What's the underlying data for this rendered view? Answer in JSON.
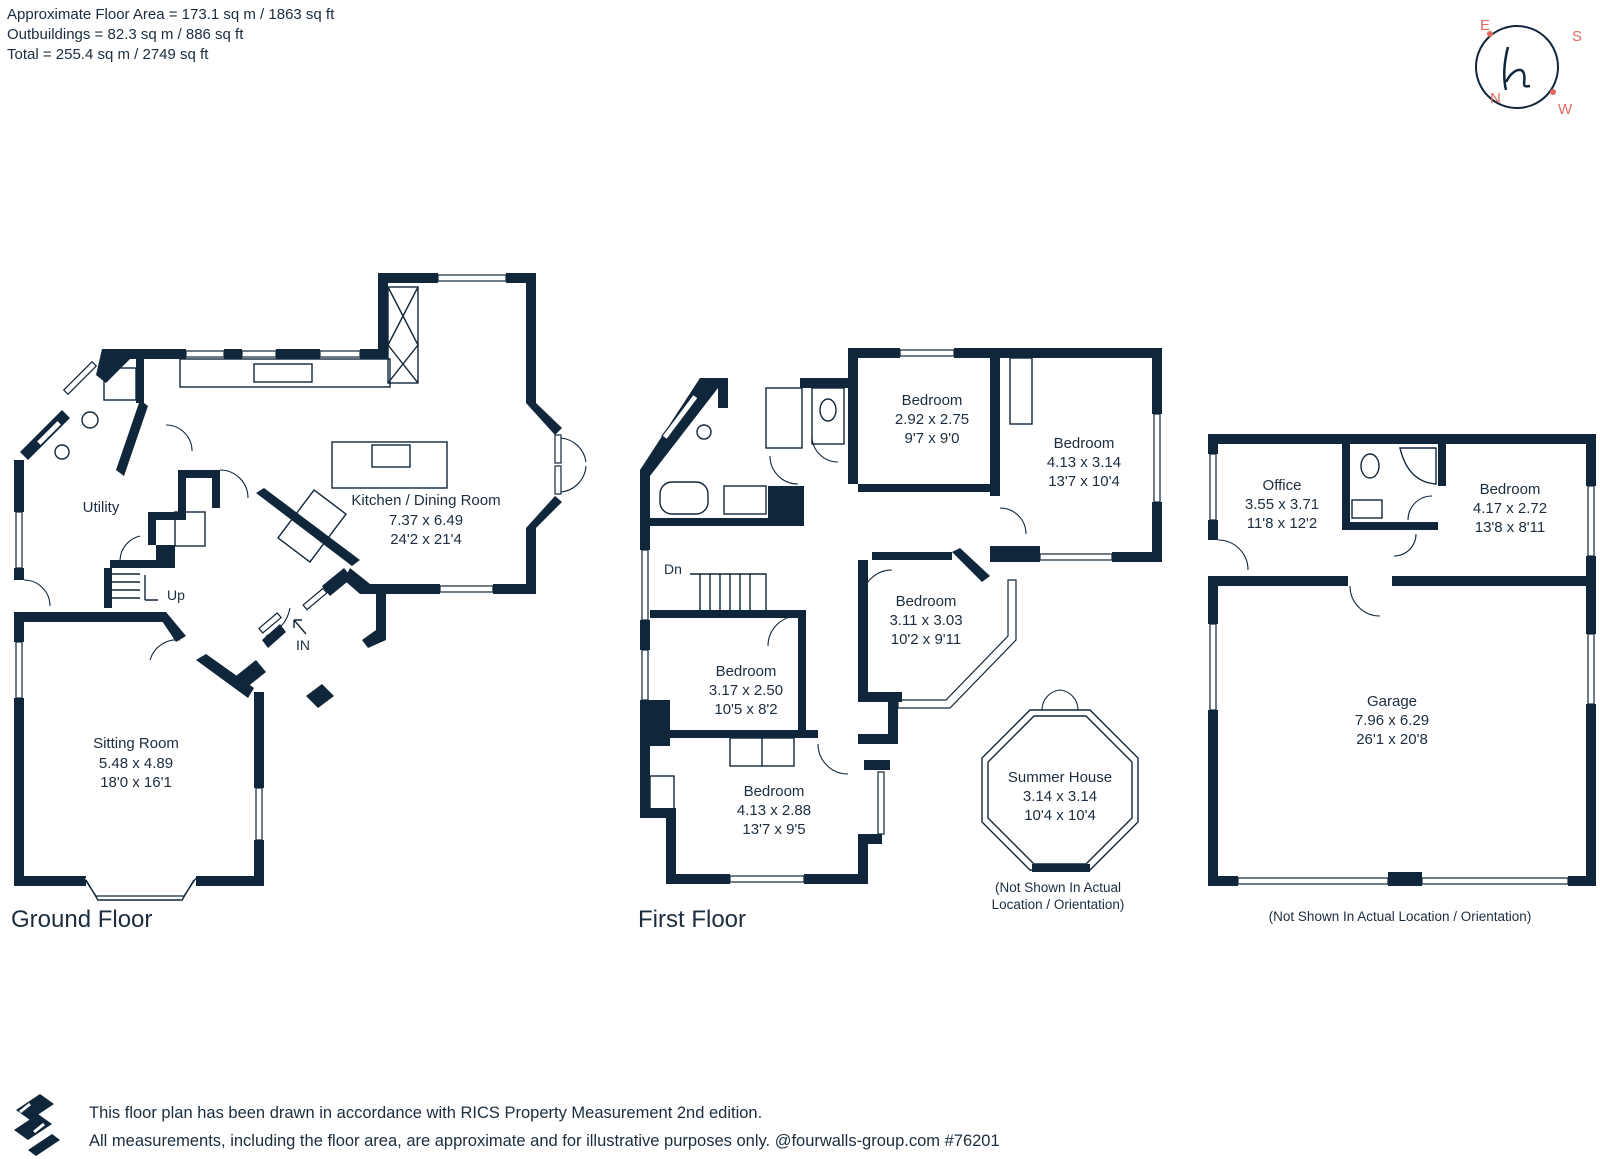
{
  "header": {
    "floor_area": "Approximate Floor Area = 173.1 sq m / 1863 sq ft",
    "outbuildings": "Outbuildings = 82.3 sq m / 886 sq ft",
    "total": "Total = 255.4 sq m / 2749 sq ft"
  },
  "compass": {
    "e": "E",
    "s": "S",
    "n": "N",
    "w": "W",
    "logo_letter": "h"
  },
  "floors": {
    "ground": "Ground Floor",
    "first": "First Floor"
  },
  "rooms": {
    "kitchen": {
      "name": "Kitchen / Dining Room",
      "metric": "7.37 x 6.49",
      "imperial": "24'2 x 21'4"
    },
    "utility": {
      "name": "Utility"
    },
    "sitting": {
      "name": "Sitting Room",
      "metric": "5.48 x 4.89",
      "imperial": "18'0 x 16'1"
    },
    "bed1": {
      "name": "Bedroom",
      "metric": "2.92 x 2.75",
      "imperial": "9'7 x 9'0"
    },
    "bed2": {
      "name": "Bedroom",
      "metric": "4.13 x 3.14",
      "imperial": "13'7 x 10'4"
    },
    "bed3": {
      "name": "Bedroom",
      "metric": "3.11 x 3.03",
      "imperial": "10'2 x 9'11"
    },
    "bed4": {
      "name": "Bedroom",
      "metric": "3.17 x 2.50",
      "imperial": "10'5 x 8'2"
    },
    "bed5": {
      "name": "Bedroom",
      "metric": "4.13 x 2.88",
      "imperial": "13'7 x 9'5"
    },
    "summer": {
      "name": "Summer House",
      "metric": "3.14 x 3.14",
      "imperial": "10'4 x 10'4"
    },
    "office": {
      "name": "Office",
      "metric": "3.55 x 3.71",
      "imperial": "11'8 x 12'2"
    },
    "bed6": {
      "name": "Bedroom",
      "metric": "4.17 x 2.72",
      "imperial": "13'8 x 8'11"
    },
    "garage": {
      "name": "Garage",
      "metric": "7.96 x 6.29",
      "imperial": "26'1 x 20'8"
    }
  },
  "markers": {
    "up": "Up",
    "dn": "Dn",
    "in": "IN"
  },
  "notes": {
    "summer_line1": "(Not Shown In Actual",
    "summer_line2": "Location / Orientation)",
    "garage": "(Not Shown In Actual Location / Orientation)"
  },
  "footer": {
    "line1": "This floor plan has been drawn in accordance with RICS Property Measurement 2nd edition.",
    "line2": "All measurements, including the floor area, are approximate and for illustrative purposes only. @fourwalls-group.com #76201"
  },
  "colors": {
    "wall": "#10263a",
    "text": "#1b2d3e",
    "compass": "#e26a5e"
  }
}
